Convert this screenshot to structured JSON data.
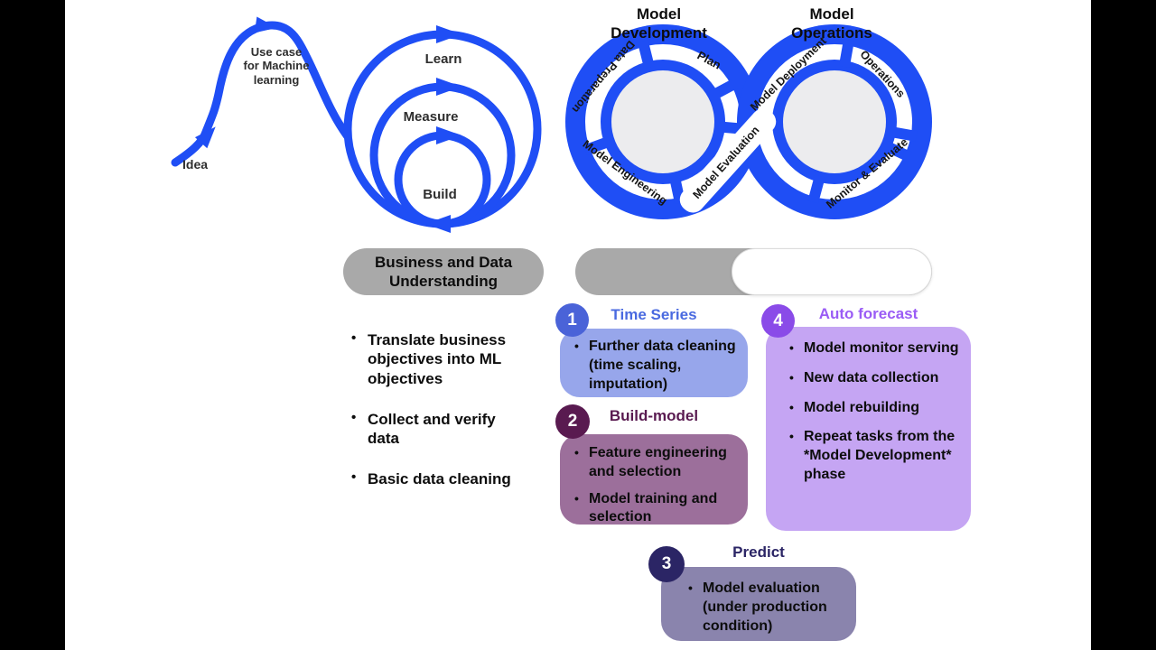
{
  "slide": {
    "colors": {
      "diagram_blue": "#1f4ef5",
      "pill_gray": "#a9a9a9",
      "inner_circle_gray": "#ececee",
      "section1_accent": "#4a6ae0",
      "section2_accent": "#591a50",
      "section3_accent": "#2b2565",
      "section4_accent": "#9a5cf5",
      "card1_bg": "#97a6eb",
      "card2_bg": "#9c6f9b",
      "card3_bg": "#8a84ad",
      "card4_bg": "#c5a5f3"
    },
    "spiral": {
      "idea": "Idea",
      "use_case": "Use case\nfor Machine\nlearning",
      "rings": [
        "Learn",
        "Measure",
        "Build"
      ]
    },
    "infinity": {
      "left": [
        "Data Preparation",
        "Plan",
        "Model Engineering",
        "Model Evaluation"
      ],
      "right": [
        "Model Deployment",
        "Operations",
        "Monitor & Evaluate"
      ]
    },
    "pills": {
      "business": "Business and Data\nUnderstanding",
      "development": "Model\nDevelopment",
      "operations": "Model\nOperations"
    },
    "business_bullets": [
      "Translate business objectives into ML objectives",
      "Collect and verify data",
      "Basic data cleaning"
    ],
    "sections": [
      {
        "number": "1",
        "title": "Time Series",
        "bullets": [
          "Further data cleaning (time scaling, imputation)"
        ]
      },
      {
        "number": "2",
        "title": "Build-model",
        "bullets": [
          "Feature engineering and selection",
          "Model training and selection"
        ]
      },
      {
        "number": "3",
        "title": "Predict",
        "bullets": [
          "Model evaluation (under production condition)"
        ]
      },
      {
        "number": "4",
        "title": "Auto forecast",
        "bullets": [
          "Model monitor serving",
          "New data collection",
          "Model rebuilding",
          "Repeat tasks from the *Model Development* phase"
        ]
      }
    ]
  }
}
